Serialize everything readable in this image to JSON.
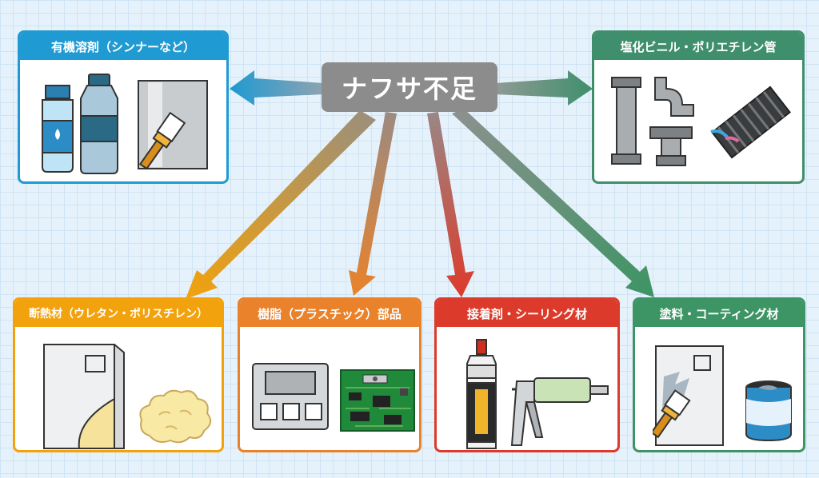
{
  "center": {
    "label": "ナフサ不足"
  },
  "cards": [
    {
      "key": "solvent",
      "label": "有機溶剤（シンナーなど）",
      "color": "#1f9ad2"
    },
    {
      "key": "pvc",
      "label": "塩化ビニル・ポリエチレン管",
      "color": "#3f8f6c"
    },
    {
      "key": "insulation",
      "label": "断熱材（ウレタン・ポリスチレン）",
      "color": "#f2a20c"
    },
    {
      "key": "resin",
      "label": "樹脂（プラスチック）部品",
      "color": "#e9822a"
    },
    {
      "key": "adhesive",
      "label": "接着剤・シーリング材",
      "color": "#dc3b2b"
    },
    {
      "key": "paint",
      "label": "塗料・コーティング材",
      "color": "#3d9464"
    }
  ],
  "icons": [
    "bottles-icon",
    "paint-brush-icon",
    "pipe-fittings-icon",
    "corrugated-tube-icon",
    "insulation-panel-icon",
    "foam-icon",
    "control-panel-icon",
    "circuit-board-icon",
    "adhesive-tube-icon",
    "caulking-gun-icon",
    "painted-panel-icon",
    "paint-can-icon"
  ]
}
